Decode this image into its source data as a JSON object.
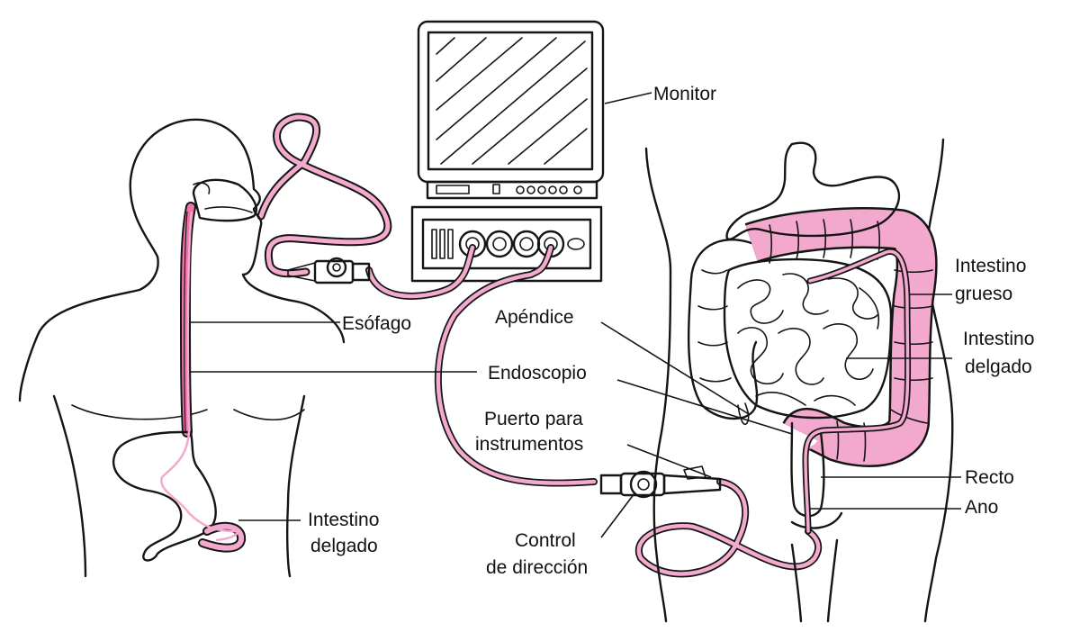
{
  "colors": {
    "tissue": "#ef74ab",
    "tissue_light": "#f3a8cd",
    "tissue_pale": "#e9d3e3",
    "cable": "#f4a9ce",
    "ink": "#151515"
  },
  "labels": {
    "monitor": "Monitor",
    "esofago": "Esófago",
    "endoscopio": "Endoscopio",
    "apendice": "Apéndice",
    "puerto_line1": "Puerto para",
    "puerto_line2": "instrumentos",
    "control_line1": "Control",
    "control_line2": "de dirección",
    "intestino_delgado_left_line1": "Intestino",
    "intestino_delgado_left_line2": "delgado",
    "intestino_grueso_line1": "Intestino",
    "intestino_grueso_line2": "grueso",
    "intestino_delgado_right_line1": "Intestino",
    "intestino_delgado_right_line2": "delgado",
    "recto": "Recto",
    "ano": "Ano"
  }
}
